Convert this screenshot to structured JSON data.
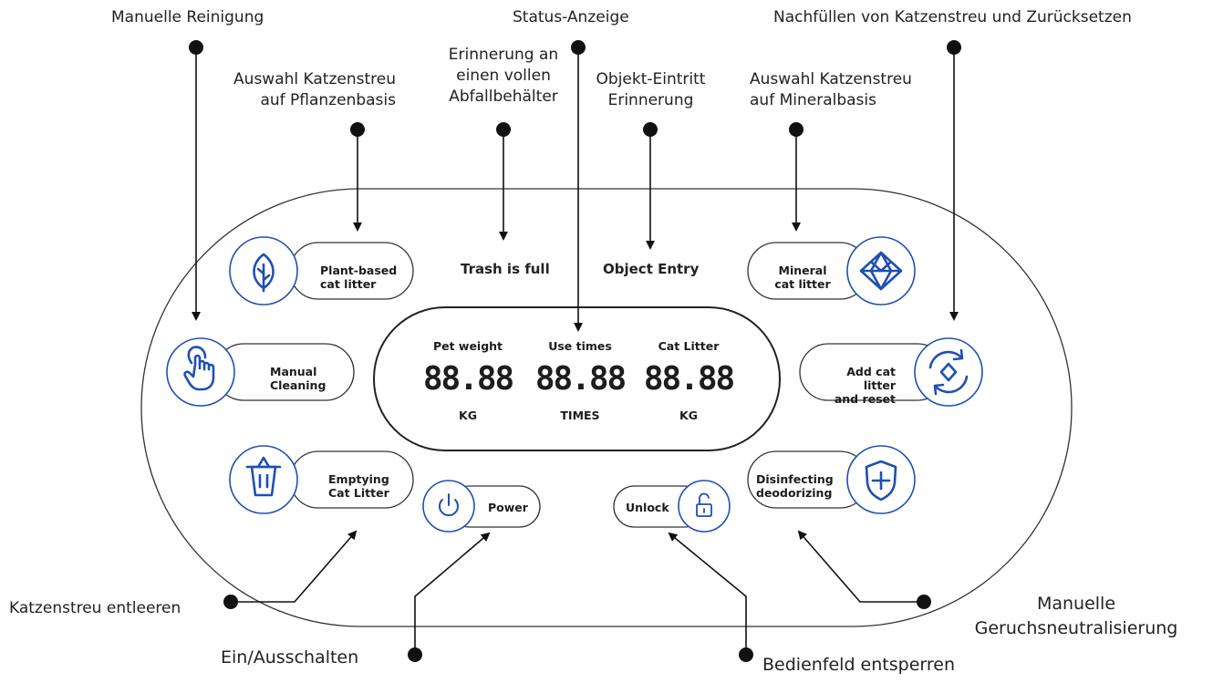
{
  "panel": {
    "status_labels": {
      "trash_full": "Trash is full",
      "object_entry": "Object Entry"
    },
    "display": {
      "columns": [
        {
          "header": "Pet weight",
          "value": "88.88",
          "unit": "KG"
        },
        {
          "header": "Use times",
          "value": "88.88",
          "unit": "TIMES"
        },
        {
          "header": "Cat Litter",
          "value": "88.88",
          "unit": "KG"
        }
      ]
    },
    "buttons": {
      "plant": "Plant-based\ncat litter",
      "manual": "Manual\nCleaning",
      "emptying": "Emptying\nCat Litter",
      "power": "Power",
      "unlock": "Unlock",
      "mineral": "Mineral\ncat litter",
      "add_reset": "Add cat litter\nand reset",
      "disinfect": "Disinfecting\ndeodorizing"
    },
    "icons": {
      "plant": "leaf-icon",
      "manual": "hand-tap-icon",
      "emptying": "basket-icon",
      "power": "power-icon",
      "unlock": "unlock-icon",
      "mineral": "diamond-icon",
      "add_reset": "refresh-icon",
      "disinfect": "shield-plus-icon"
    }
  },
  "annotations": {
    "manual_cleaning": "Manuelle Reinigung",
    "status_display": "Status-Anzeige",
    "refill_reset": "Nachfüllen von Katzenstreu und Zurücksetzen",
    "plant_litter": "Auswahl Katzenstreu\nauf Pflanzenbasis",
    "trash_full": "Erinnerung an\neinen vollen\nAbfallbehälter",
    "object_entry": "Objekt-Eintritt\nErinnerung",
    "mineral_litter": "Auswahl Katzenstreu\nauf Mineralbasis",
    "empty_litter": "Katzenstreu entleeren",
    "power": "Ein/Ausschalten",
    "unlock": "Bedienfeld entsperren",
    "deodorize": "Manuelle\nGeruchsneutralisierung"
  },
  "colors": {
    "accent": "#1f4fb5",
    "outline": "#333333",
    "text": "#222222"
  }
}
